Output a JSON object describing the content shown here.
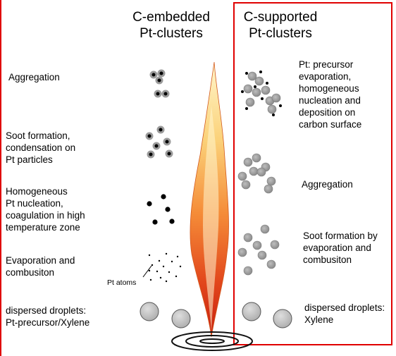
{
  "left_column": {
    "title": "C-embedded\nPt-clusters",
    "steps": {
      "aggregation": "Aggregation",
      "soot": "Soot formation,\ncondensation on\nPt particles",
      "nucleation": "Homogeneous\nPt nucleation,\ncoagulation in high\ntemperature zone",
      "evaporation": "Evaporation and\ncombusiton",
      "droplets": "dispersed droplets:\nPt-precursor/Xylene"
    },
    "pt_atoms_label": "Pt atoms"
  },
  "right_column": {
    "title": "C-supported\nPt-clusters",
    "steps": {
      "deposition": "Pt: precursor\nevaporation,\nhomogeneous\nnucleation and\ndeposition on\ncarbon surface",
      "aggregation": "Aggregation",
      "soot": "Soot formation by\nevaporation and\ncombusiton",
      "droplets": "dispersed droplets:\nXylene"
    }
  },
  "colors": {
    "frame_red": "#e00000",
    "flame_top": "#fff3c0",
    "flame_mid": "#f6a93c",
    "flame_base": "#d92a12",
    "soot_gray": "#9a9a9a",
    "droplet_gray": "#c8c8c8"
  }
}
